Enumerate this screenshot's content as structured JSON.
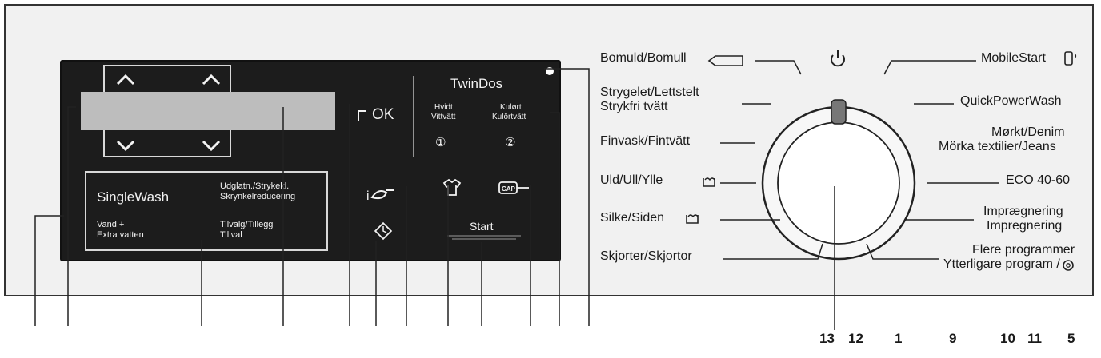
{
  "display": {
    "ok_label": "OK",
    "twindos": {
      "title": "TwinDos",
      "white_line1": "Hvidt",
      "white_line2": "Vittvätt",
      "colour_line1": "Kulørt",
      "colour_line2": "Kulörtvätt",
      "slot1": "①",
      "slot2": "②"
    },
    "singlewash": "SingleWash",
    "crease_line1": "Udglatn./Strykekl.",
    "crease_line2": "Skrynkelreducering",
    "water_line1": "Vand +",
    "water_line2": "Extra vatten",
    "options_line1": "Tilvalg/Tillegg",
    "options_line2": "Tillval",
    "start_label": "Start",
    "cap_label": "CAP"
  },
  "programs_left": [
    "Bomuld/Bomull",
    "Strygelet/Lettstelt",
    "Strykfri tvätt",
    "Finvask/Fintvätt",
    "Uld/Ull/Ylle",
    "Silke/Siden",
    "Skjorter/Skjortor"
  ],
  "programs_right": [
    "MobileStart",
    "QuickPowerWash",
    "Mørkt/Denim",
    "Mörka textilier/Jeans",
    "ECO 40-60",
    "Imprægnering",
    "Impregnering",
    "Flere programmer",
    "Ytterligare program /"
  ],
  "callouts": [
    "13",
    "12",
    "1",
    "9",
    "10",
    "11",
    "5"
  ],
  "icons": [
    "power-icon",
    "chevron-up-icon",
    "chevron-down-icon",
    "cotton-tag-icon",
    "wool-handwash-icon",
    "settings-gear-icon",
    "mobile-icon",
    "eco-leaf-icon",
    "timer-icon",
    "shirt-icon",
    "cap-icon"
  ]
}
